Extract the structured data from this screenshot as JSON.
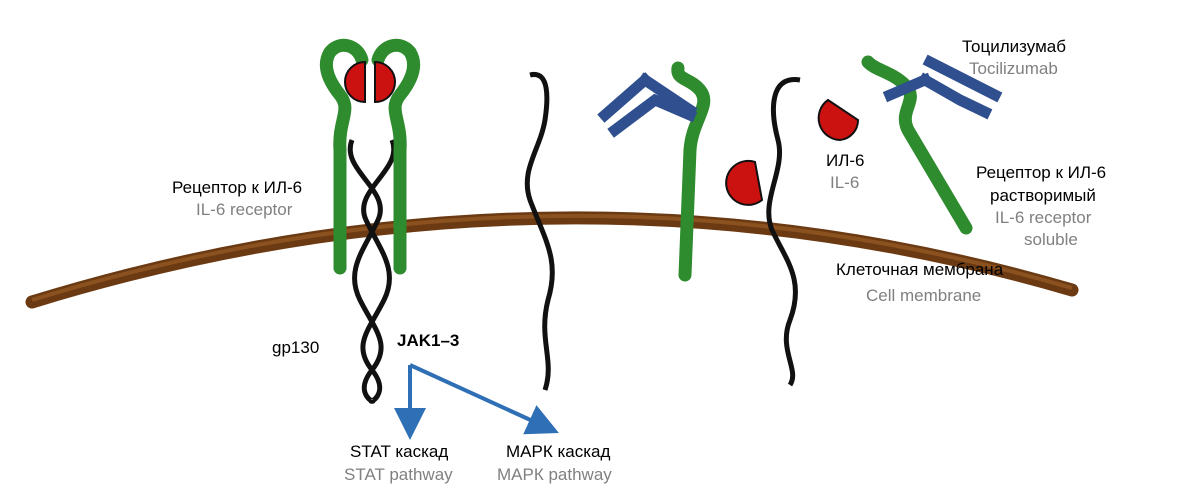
{
  "colors": {
    "receptor": "#2e8b2e",
    "il6": "#cc1111",
    "antibody": "#2f4f8f",
    "gp130": "#111111",
    "membrane": "#6b3a12",
    "arrow": "#2f6fb5",
    "english_label": "#808080"
  },
  "labels": {
    "tocilizumab_ru": "Тоцилизумаб",
    "tocilizumab_en": "Tocilizumab",
    "il6_ru": "ИЛ-6",
    "il6_en": "IL-6",
    "soluble_receptor_ru_1": "Рецептор к ИЛ-6",
    "soluble_receptor_ru_2": "растворимый",
    "soluble_receptor_en_1": "IL-6 receptor",
    "soluble_receptor_en_2": "soluble",
    "membrane_ru": "Клеточная мембрана",
    "membrane_en": "Cell membrane",
    "receptor_ru": "Рецептор к ИЛ-6",
    "receptor_en": "IL-6 receptor",
    "gp130": "gp130",
    "jak": "JAK1–3",
    "stat_ru": "STAT каскад",
    "stat_en": "STAT pathway",
    "mapk_ru": "МАРК каскад",
    "mapk_en": "МАРК pathway"
  }
}
